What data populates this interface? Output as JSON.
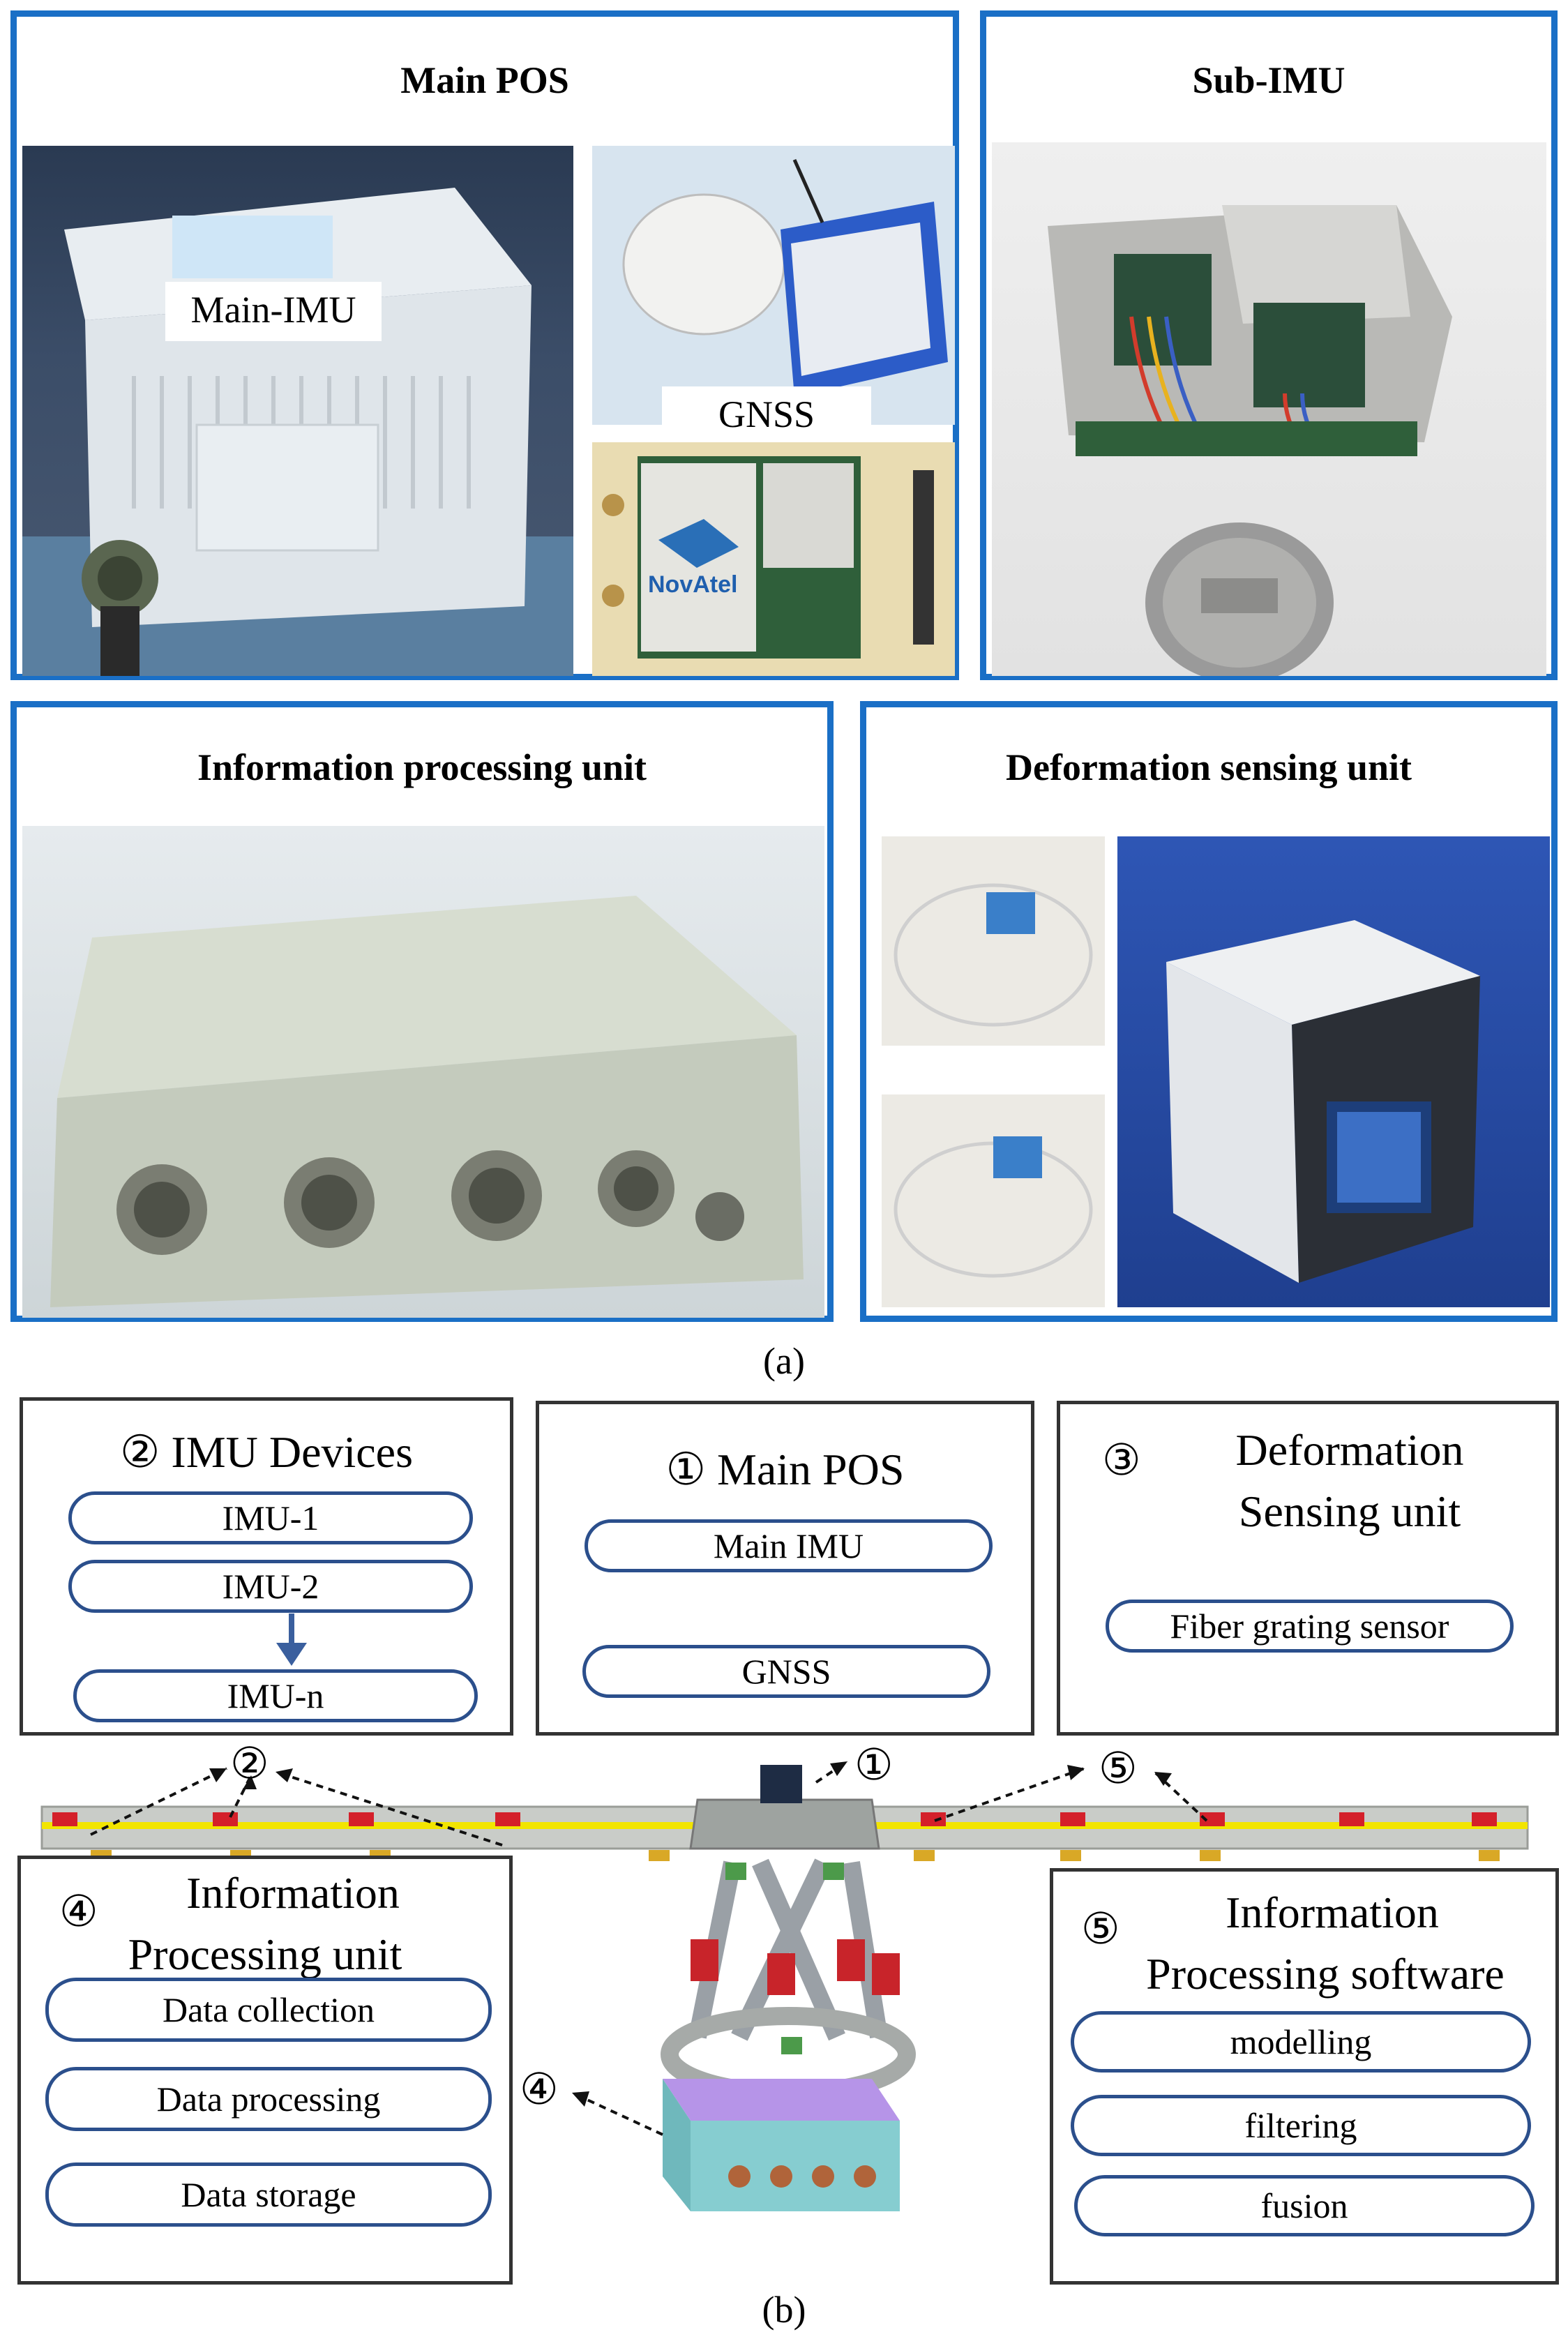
{
  "part_a": {
    "caption": "(a)",
    "main_pos": {
      "title": "Main POS",
      "main_imu_label": "Main-IMU",
      "gnss_label": "GNSS",
      "brand_text": "NovAtel"
    },
    "sub_imu": {
      "title": "Sub-IMU"
    },
    "info_unit": {
      "title": "Information processing unit"
    },
    "deform_unit": {
      "title": "Deformation sensing unit"
    }
  },
  "part_b": {
    "caption": "(b)",
    "imu_devices": {
      "number": "②",
      "title": "IMU Devices",
      "items": [
        "IMU-1",
        "IMU-2",
        "IMU-n"
      ]
    },
    "main_pos": {
      "number": "①",
      "title": "Main POS",
      "items": [
        "Main IMU",
        "GNSS"
      ]
    },
    "deformation": {
      "number": "③",
      "title_line1": "Deformation",
      "title_line2": "Sensing unit",
      "items": [
        "Fiber grating sensor"
      ]
    },
    "info_unit": {
      "number": "④",
      "title_line1": "Information",
      "title_line2": "Processing unit",
      "items": [
        "Data collection",
        "Data processing",
        "Data storage"
      ]
    },
    "info_software": {
      "number": "⑤",
      "title_line1": "Information",
      "title_line2": "Processing software",
      "items": [
        "modelling",
        "filtering",
        "fusion"
      ]
    },
    "markers": {
      "m1": "①",
      "m2": "②",
      "m4": "④",
      "m5": "⑤"
    }
  },
  "colors": {
    "panel_border": "#1a6fc6",
    "pill_border": "#2b4f8c",
    "beam_yellow": "#f2e500",
    "sensor_red": "#d4202a"
  }
}
